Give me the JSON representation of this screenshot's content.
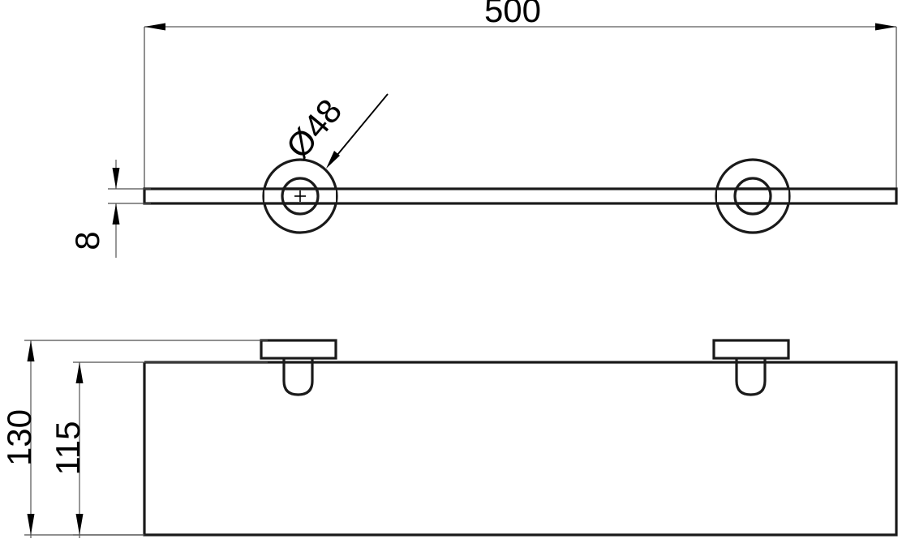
{
  "drawing": {
    "title": "Wall-mounted glass shelf dimensioned drawing",
    "units": "mm",
    "background_color": "#ffffff",
    "line_color": "#1a1a1a",
    "dimension_color": "#5a5a5a"
  },
  "views": {
    "top": {
      "name": "top-view",
      "description": "Plan view of shelf with two round wall flanges",
      "shelf": {
        "label": "shelf-band",
        "thickness_label": "8"
      },
      "flanges": [
        {
          "label": "flange-left",
          "outer_diameter": "48",
          "has_center_mark": true
        },
        {
          "label": "flange-right",
          "outer_diameter": "48",
          "has_center_mark": false
        }
      ]
    },
    "front": {
      "name": "front-view",
      "description": "Front elevation of shelf with two mushroom brackets",
      "brackets": [
        {
          "label": "bracket-left"
        },
        {
          "label": "bracket-right"
        }
      ]
    }
  },
  "dimensions": {
    "overall_width": {
      "value": "500",
      "name": "dimension-500-width",
      "orientation": "horizontal",
      "view": "top"
    },
    "shelf_thickness": {
      "value": "8",
      "name": "dimension-8-thickness",
      "orientation": "vertical-rotated",
      "view": "top"
    },
    "flange_diameter": {
      "value": "Ø48",
      "name": "dimension-diameter-48",
      "orientation": "leader-diagonal",
      "view": "top"
    },
    "overall_height": {
      "value": "130",
      "name": "dimension-130-height",
      "orientation": "vertical-rotated",
      "view": "front"
    },
    "inner_height": {
      "value": "115",
      "name": "dimension-115-height",
      "orientation": "vertical-rotated",
      "view": "front"
    }
  }
}
